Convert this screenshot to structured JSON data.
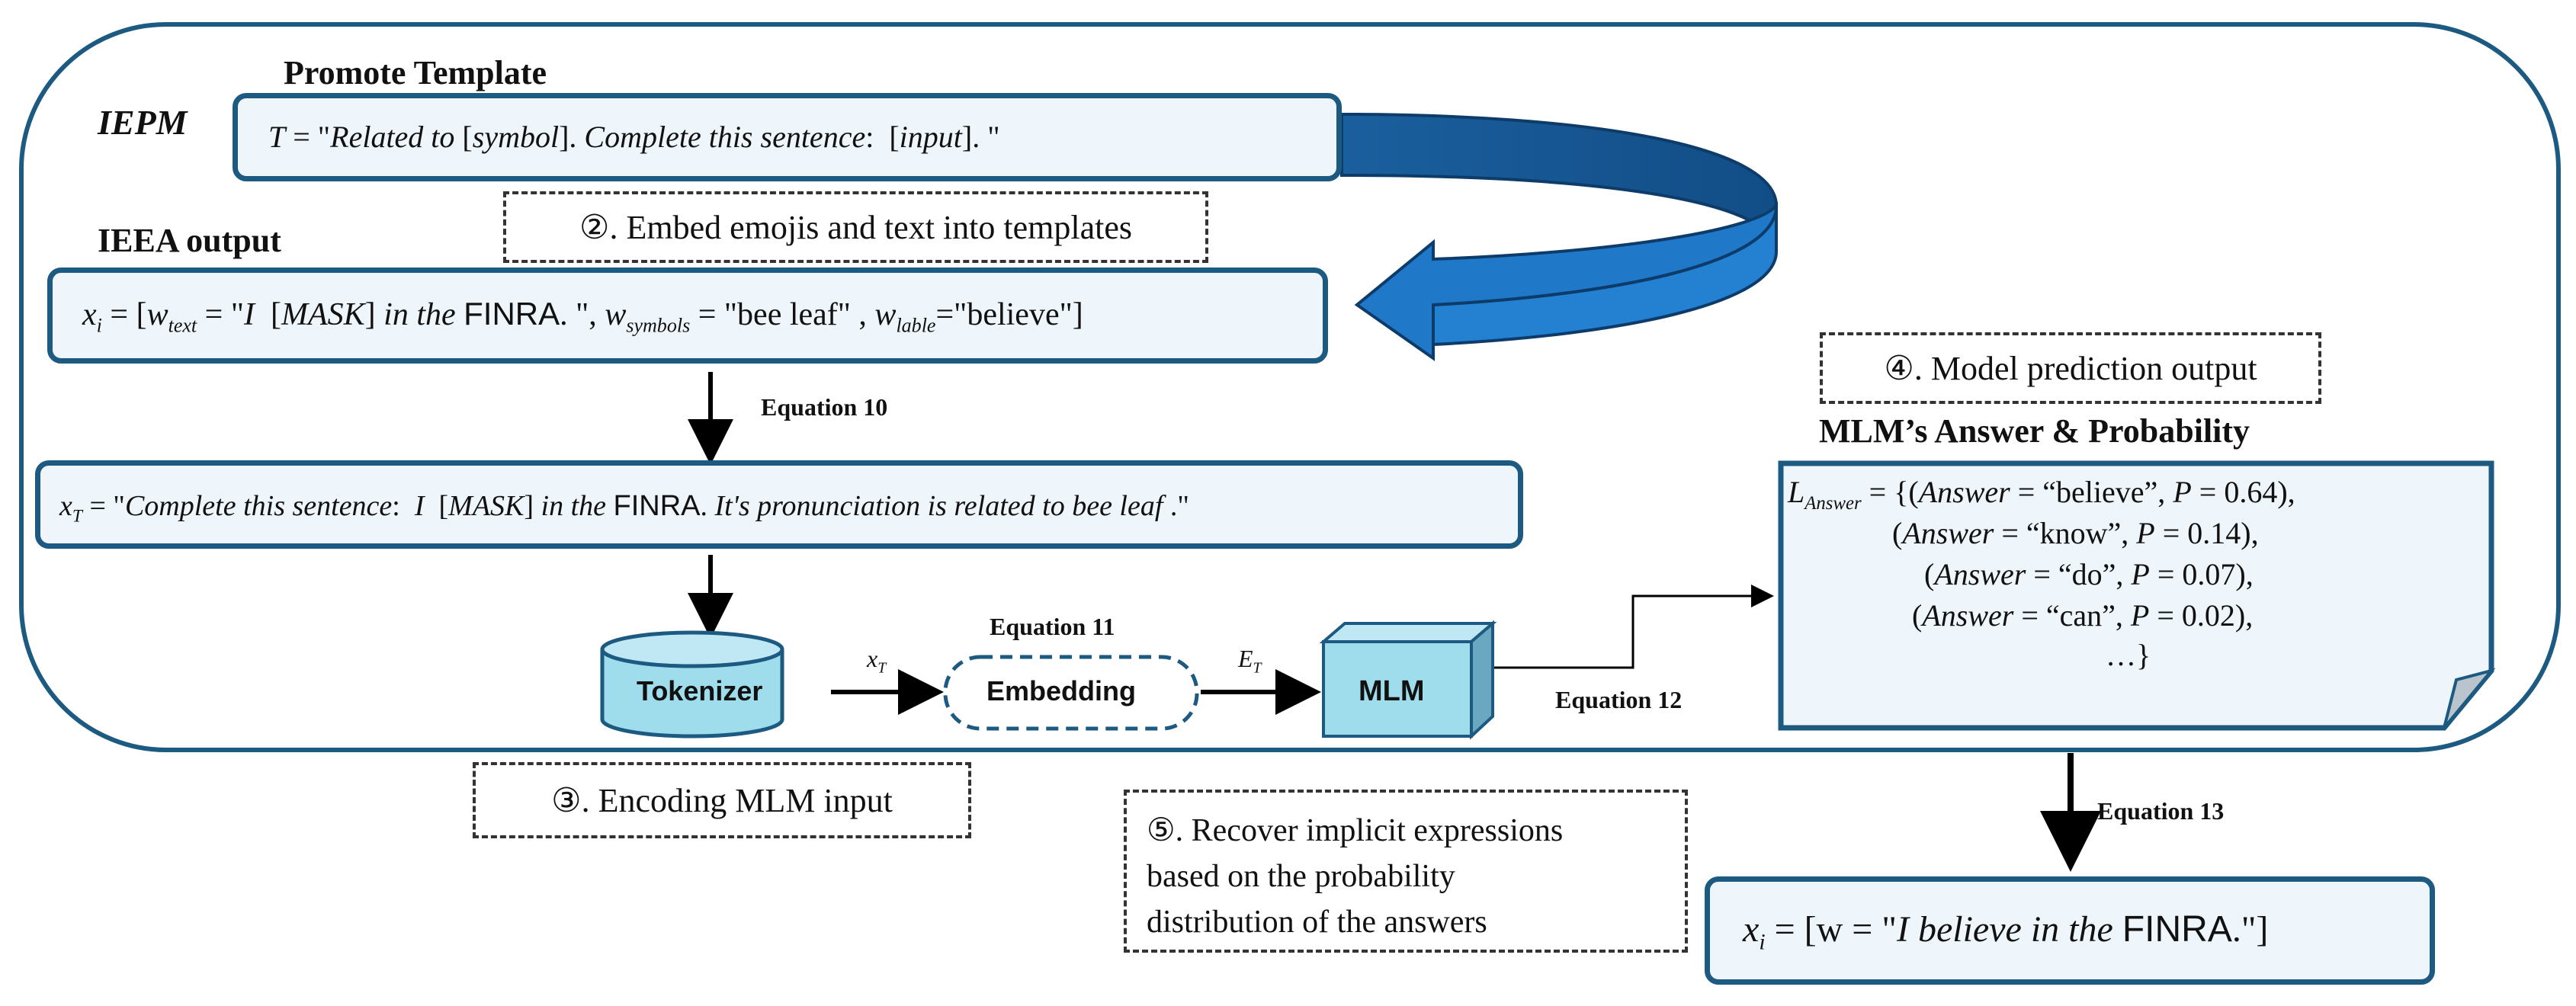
{
  "frame": {
    "label": "IEPM"
  },
  "template": {
    "heading": "Promote Template",
    "formula": "T = \"Related to [symbol]. Complete this sentence:  [input].\""
  },
  "step2": {
    "label": "②. Embed emojis and text into templates"
  },
  "ieea": {
    "heading": "IEEA output",
    "formula": "x_i = [w_text = \"I [MASK] in the FINRA.\", w_symbols = \"bee leaf\", w_lable = \"believe\"]"
  },
  "eq10": "Equation 10",
  "xt": {
    "formula": "x_T = \"Complete this sentence:  I [MASK] in the FINRA. It's pronunciation is related to bee leaf.\""
  },
  "pipeline": {
    "tokenizer": "Tokenizer",
    "embedding": "Embedding",
    "mlm": "MLM",
    "arrow1_label": "x_T",
    "arrow2_label": "E_T",
    "eq11": "Equation 11",
    "eq12": "Equation 12"
  },
  "step3": {
    "label": "③. Encoding MLM input"
  },
  "step4": {
    "label": "④. Model prediction output"
  },
  "answers": {
    "heading": "MLM’s Answer & Probability",
    "lhs": "L_Answer",
    "items": [
      {
        "word": "believe",
        "p": "0.64"
      },
      {
        "word": "know",
        "p": "0.14"
      },
      {
        "word": "do",
        "p": "0.07"
      },
      {
        "word": "can",
        "p": "0.02"
      }
    ],
    "ellipsis": "…}"
  },
  "eq13": "Equation 13",
  "step5": {
    "lines": [
      "⑤. Recover implicit expressions",
      "based on the probability",
      "distribution of the answers"
    ]
  },
  "final": {
    "formula": "x_i = [w = \"I believe in the FINRA.\"]"
  },
  "colors": {
    "frame": "#1d5a82",
    "box_fill": "#eef6fb",
    "arrow_blue": "#1f78c8",
    "component_fill": "#9fdcec"
  }
}
